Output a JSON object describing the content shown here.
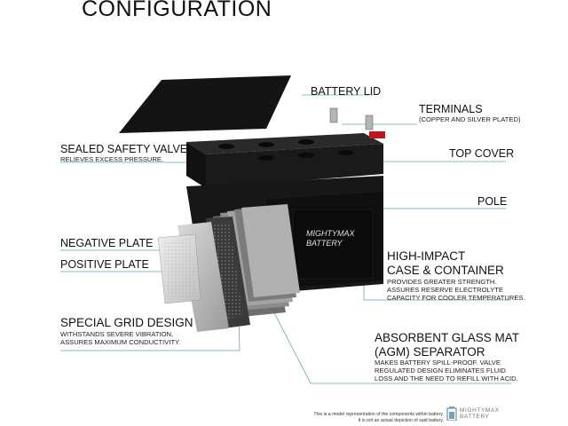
{
  "title": "CONFIGURATION",
  "parts": {
    "battery_lid": {
      "label": "BATTERY LID"
    },
    "terminals": {
      "label": "TERMINALS",
      "desc": "(COPPER AND SILVER PLATED)"
    },
    "safety_valve": {
      "label": "SEALED SAFETY VALVE",
      "desc": "RELIEVES EXCESS PRESSURE."
    },
    "top_cover": {
      "label": "TOP COVER"
    },
    "pole": {
      "label": "POLE"
    },
    "negative_plate": {
      "label": "NEGATIVE PLATE"
    },
    "positive_plate": {
      "label": "POSITIVE PLATE"
    },
    "case": {
      "label_line1": "HIGH-IMPACT",
      "label_line2": "CASE & CONTAINER",
      "desc_line1": "PROVIDES GREATER STRENGTH.",
      "desc_line2": "ASSURES RESERVE ELECTROLYTE",
      "desc_line3": "CAPACITY FOR COOLER TEMPERATURES."
    },
    "grid": {
      "label": "SPECIAL GRID DESIGN",
      "desc_line1": "WITHSTANDS SEVERE VIBRATION,",
      "desc_line2": "ASSURES MAXIMUM CONDUCTIVITY."
    },
    "separator": {
      "label_line1": "ABSORBENT GLASS MAT",
      "label_line2": "(AGM) SEPARATOR",
      "desc_line1": "MAKES BATTERY SPILL-PROOF. VALVE",
      "desc_line2": "REGULATED DESIGN ELIMINATES FLUID",
      "desc_line3": "LOSS AND THE NEED TO REFILL WITH ACID."
    }
  },
  "battery_brand_line1": "MIGHTYMAX",
  "battery_brand_line2": "BATTERY",
  "footnote_line1": "This is a model representation of the components within battery.",
  "footnote_line2": "It is not an actual depiction of said battery.",
  "footer_brand_line1": "MIGHTYMAX",
  "footer_brand_line2": "BATTERY",
  "colors": {
    "leader_line": "#5fa9b8",
    "ink": "#111111",
    "terminal_red": "#c0161b",
    "battery_body": "#151515"
  }
}
